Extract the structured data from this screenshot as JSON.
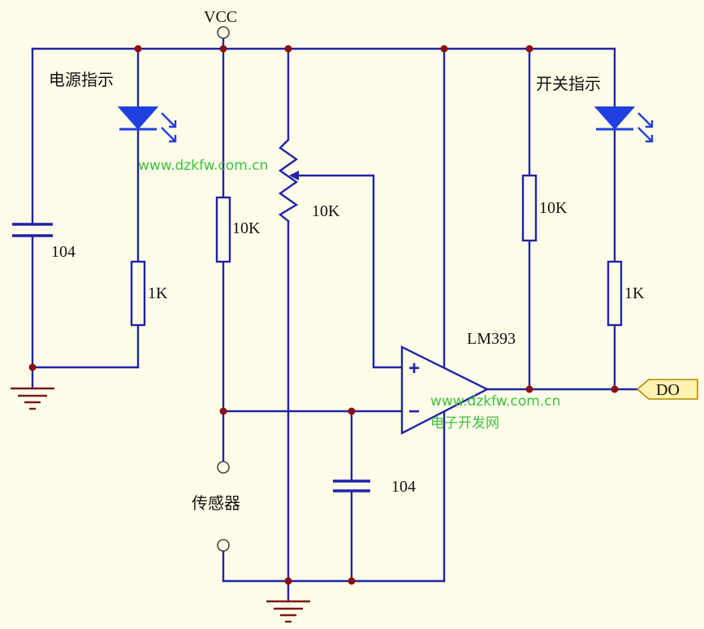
{
  "labels": {
    "vcc": "VCC",
    "power_indicator": "电源指示",
    "switch_indicator": "开关指示",
    "cap_left": "104",
    "cap_bottom": "104",
    "res_power_led": "1K",
    "res_switch_led": "1K",
    "res_sensor": "10K",
    "potentiometer": "10K",
    "res_pullup": "10K",
    "comparator": "LM393",
    "sensor": "传感器",
    "output": "DO",
    "plus": "+",
    "minus": "−"
  },
  "watermarks": {
    "top": "www.dzkfw.com.cn",
    "mid": "www.dzkfw.com.cn",
    "mid_cn": "电子开发网"
  },
  "colors": {
    "wire": "#1f23a8",
    "led": "#1f3fe0",
    "junction": "#8b1010",
    "ground": "#7a1a1a",
    "background": "#fffde9",
    "watermark": "#3fbf3f"
  }
}
